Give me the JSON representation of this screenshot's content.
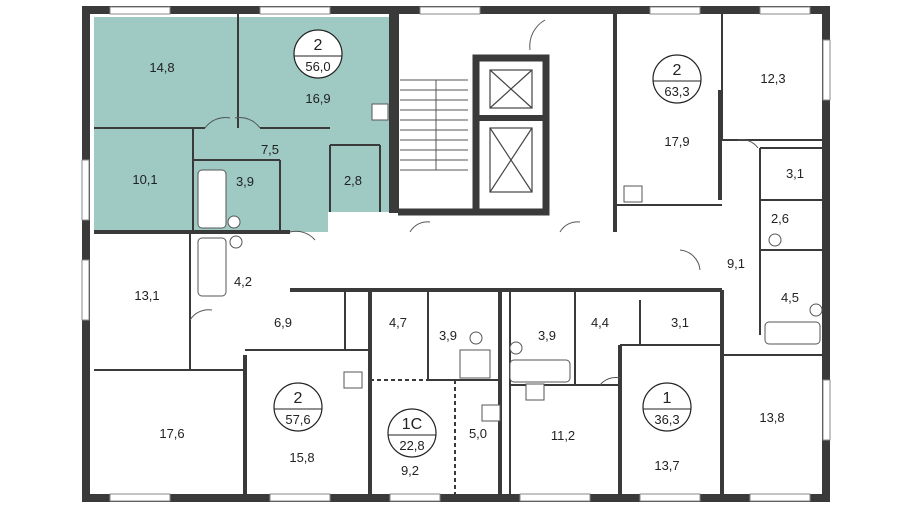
{
  "colors": {
    "highlight": "#9ecac3",
    "wall": "#3a3a3a",
    "thin_wall": "#777777",
    "background": "#ffffff"
  },
  "apartments": [
    {
      "id": "apt-highlighted",
      "rooms": "2",
      "area": "56,0"
    },
    {
      "id": "apt-top-right",
      "rooms": "2",
      "area": "63,3"
    },
    {
      "id": "apt-bottom-left",
      "rooms": "2",
      "area": "57,6"
    },
    {
      "id": "apt-studio",
      "rooms": "1С",
      "area": "22,8"
    },
    {
      "id": "apt-bottom-right",
      "rooms": "1",
      "area": "36,3"
    }
  ],
  "room_areas": [
    "14,8",
    "16,9",
    "10,1",
    "7,5",
    "3,9",
    "2,8",
    "17,9",
    "12,3",
    "3,1",
    "2,6",
    "9,1",
    "4,5",
    "13,1",
    "4,2",
    "6,9",
    "4,7",
    "3,9",
    "3,9",
    "4,4",
    "3,1",
    "17,6",
    "15,8",
    "9,2",
    "5,0",
    "11,2",
    "13,7",
    "13,8"
  ]
}
